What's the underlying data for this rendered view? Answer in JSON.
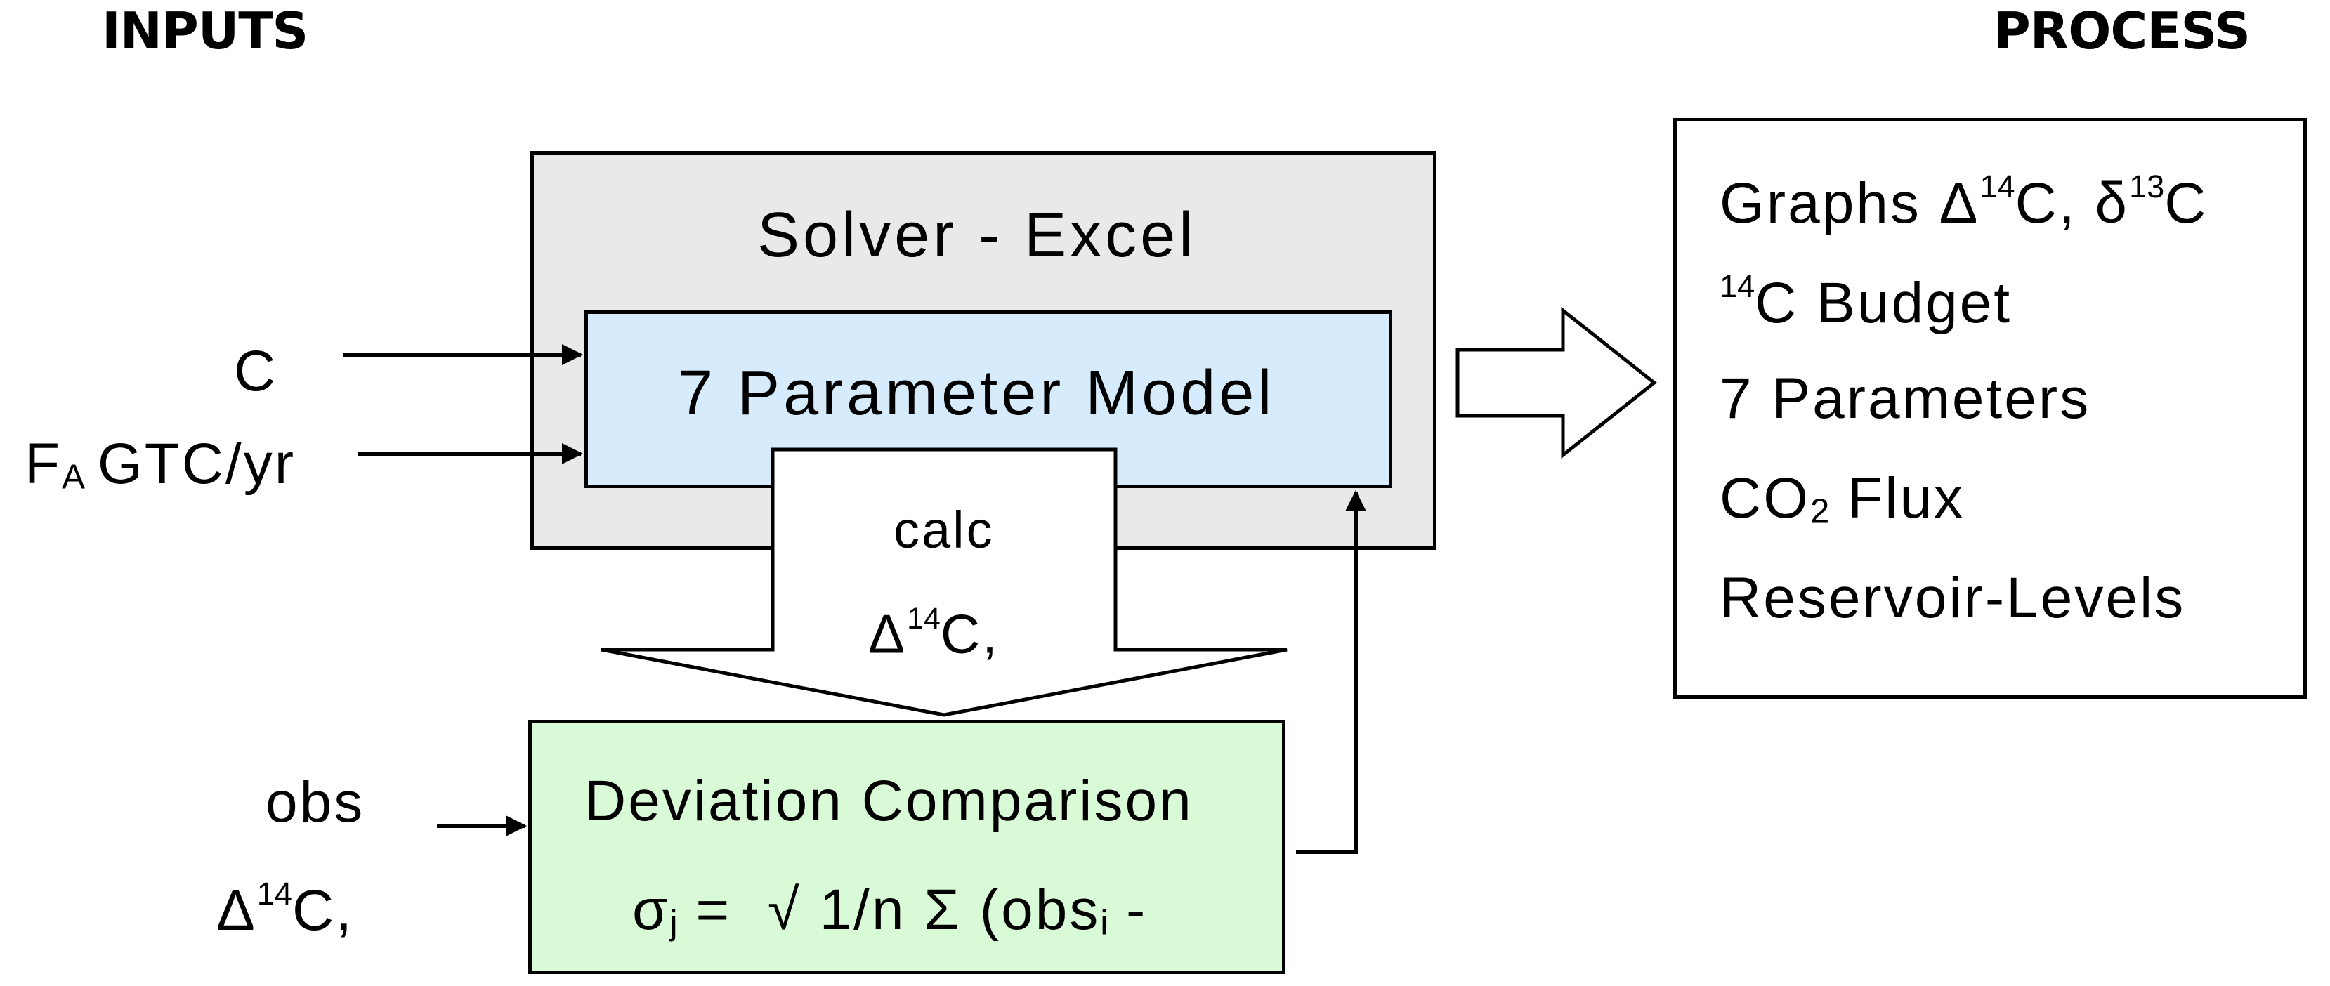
{
  "headers": {
    "inputs": "INPUTS",
    "process": "PROCESS"
  },
  "solver": {
    "title": "Solver - Excel"
  },
  "model": {
    "label": "7 Parameter Model"
  },
  "inputs": {
    "c": "C",
    "fa_main": "F",
    "fa_sub": "A",
    "fa_unit": "GTC/yr",
    "obs": "obs",
    "obs_delta": "Δ",
    "obs_sup": "14",
    "obs_tail": "C,"
  },
  "calc": {
    "label": "calc",
    "delta": "Δ",
    "sup": "14",
    "tail": "C,"
  },
  "deviation": {
    "title": "Deviation Comparison",
    "sigma": "σ",
    "sigma_sub": "j",
    "formula_mid": " =  √ 1/n Σ (obs",
    "formula_sub": "i",
    "formula_tail": " -"
  },
  "outputs": {
    "graphs_a": "Graphs Δ",
    "graphs_sup1": "14",
    "graphs_b": "C, δ",
    "graphs_sup2": "13",
    "graphs_c": "C",
    "budget_sup": "14",
    "budget": "C Budget",
    "params": "7 Parameters",
    "flux_a": "CO",
    "flux_sub": "2",
    "flux_b": " Flux",
    "levels": "Reservoir-Levels"
  },
  "colors": {
    "solver_fill": "#e9e9e9",
    "model_fill": "#d6ecfd",
    "deviation_fill": "#d9fad6",
    "stroke": "#000000"
  }
}
